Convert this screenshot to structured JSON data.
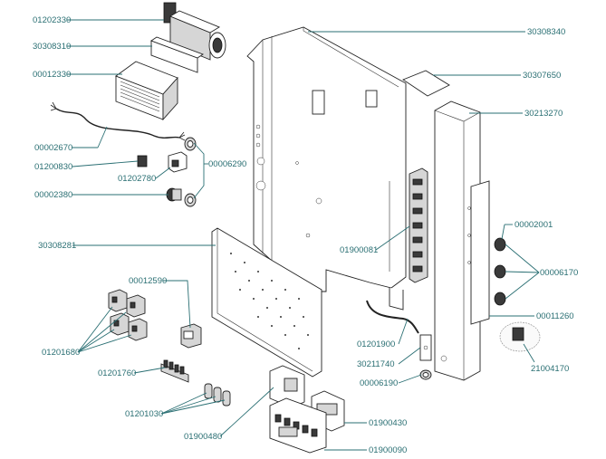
{
  "labels": {
    "l01202330": "01202330",
    "l30308310": "30308310",
    "l00012330": "00012330",
    "l00002670": "00002670",
    "l01200830": "01200830",
    "l01202780": "01202780",
    "l00006290": "00006290",
    "l00002380": "00002380",
    "l30308281": "30308281",
    "l00012590": "00012590",
    "l01201680": "01201680",
    "l01201760": "01201760",
    "l01201030": "01201030",
    "l01900480": "01900480",
    "l30308340": "30308340",
    "l30307650": "30307650",
    "l30213270": "30213270",
    "l00002001": "00002001",
    "l00006170": "00006170",
    "l01900081": "01900081",
    "l00011260": "00011260",
    "l21004170": "21004170",
    "l01201900": "01201900",
    "l30211740": "30211740",
    "l00006190": "00006190",
    "l01900430": "01900430",
    "l01900090": "01900090"
  }
}
